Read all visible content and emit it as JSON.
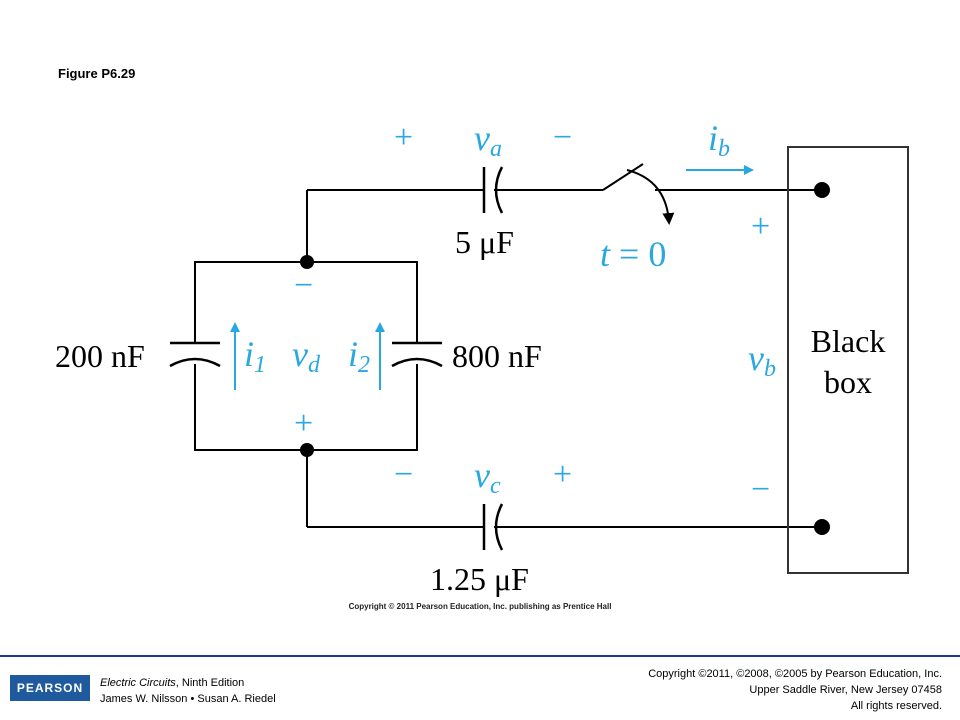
{
  "figure": {
    "title": "Figure P6.29"
  },
  "circuit": {
    "top_capacitor": {
      "value": "5 μF",
      "voltage_symbol": "v",
      "voltage_sub": "a",
      "plus": "+",
      "minus": "−"
    },
    "bottom_capacitor": {
      "value": "1.25 μF",
      "voltage_symbol": "v",
      "voltage_sub": "c",
      "plus": "+",
      "minus": "−"
    },
    "left_capacitor": {
      "value": "200 nF",
      "current_symbol": "i",
      "current_sub": "1"
    },
    "right_capacitor": {
      "value": "800 nF",
      "current_symbol": "i",
      "current_sub": "2"
    },
    "parallel_voltage": {
      "symbol": "v",
      "sub": "d",
      "plus": "+",
      "minus": "−"
    },
    "switch": {
      "label_var": "t",
      "label_rest": " = 0"
    },
    "current_b": {
      "symbol": "i",
      "sub": "b"
    },
    "black_box": {
      "line1": "Black",
      "line2": "box",
      "voltage_symbol": "v",
      "voltage_sub": "b",
      "plus": "+",
      "minus": "−"
    },
    "colors": {
      "annotation": "#29a8e0",
      "wire": "#000000",
      "box_border": "#333333"
    }
  },
  "credits": {
    "inner": "Copyright © 2011 Pearson Education, Inc. publishing as Prentice Hall",
    "publisher_logo": "PEARSON",
    "book_title": "Electric Circuits",
    "book_edition": ", Ninth Edition",
    "authors": "James W. Nilsson • Susan A. Riedel",
    "rights_line1": "Copyright ©2011, ©2008, ©2005 by Pearson Education, Inc.",
    "rights_line2": "Upper Saddle River, New Jersey 07458",
    "rights_line3": "All rights reserved."
  }
}
